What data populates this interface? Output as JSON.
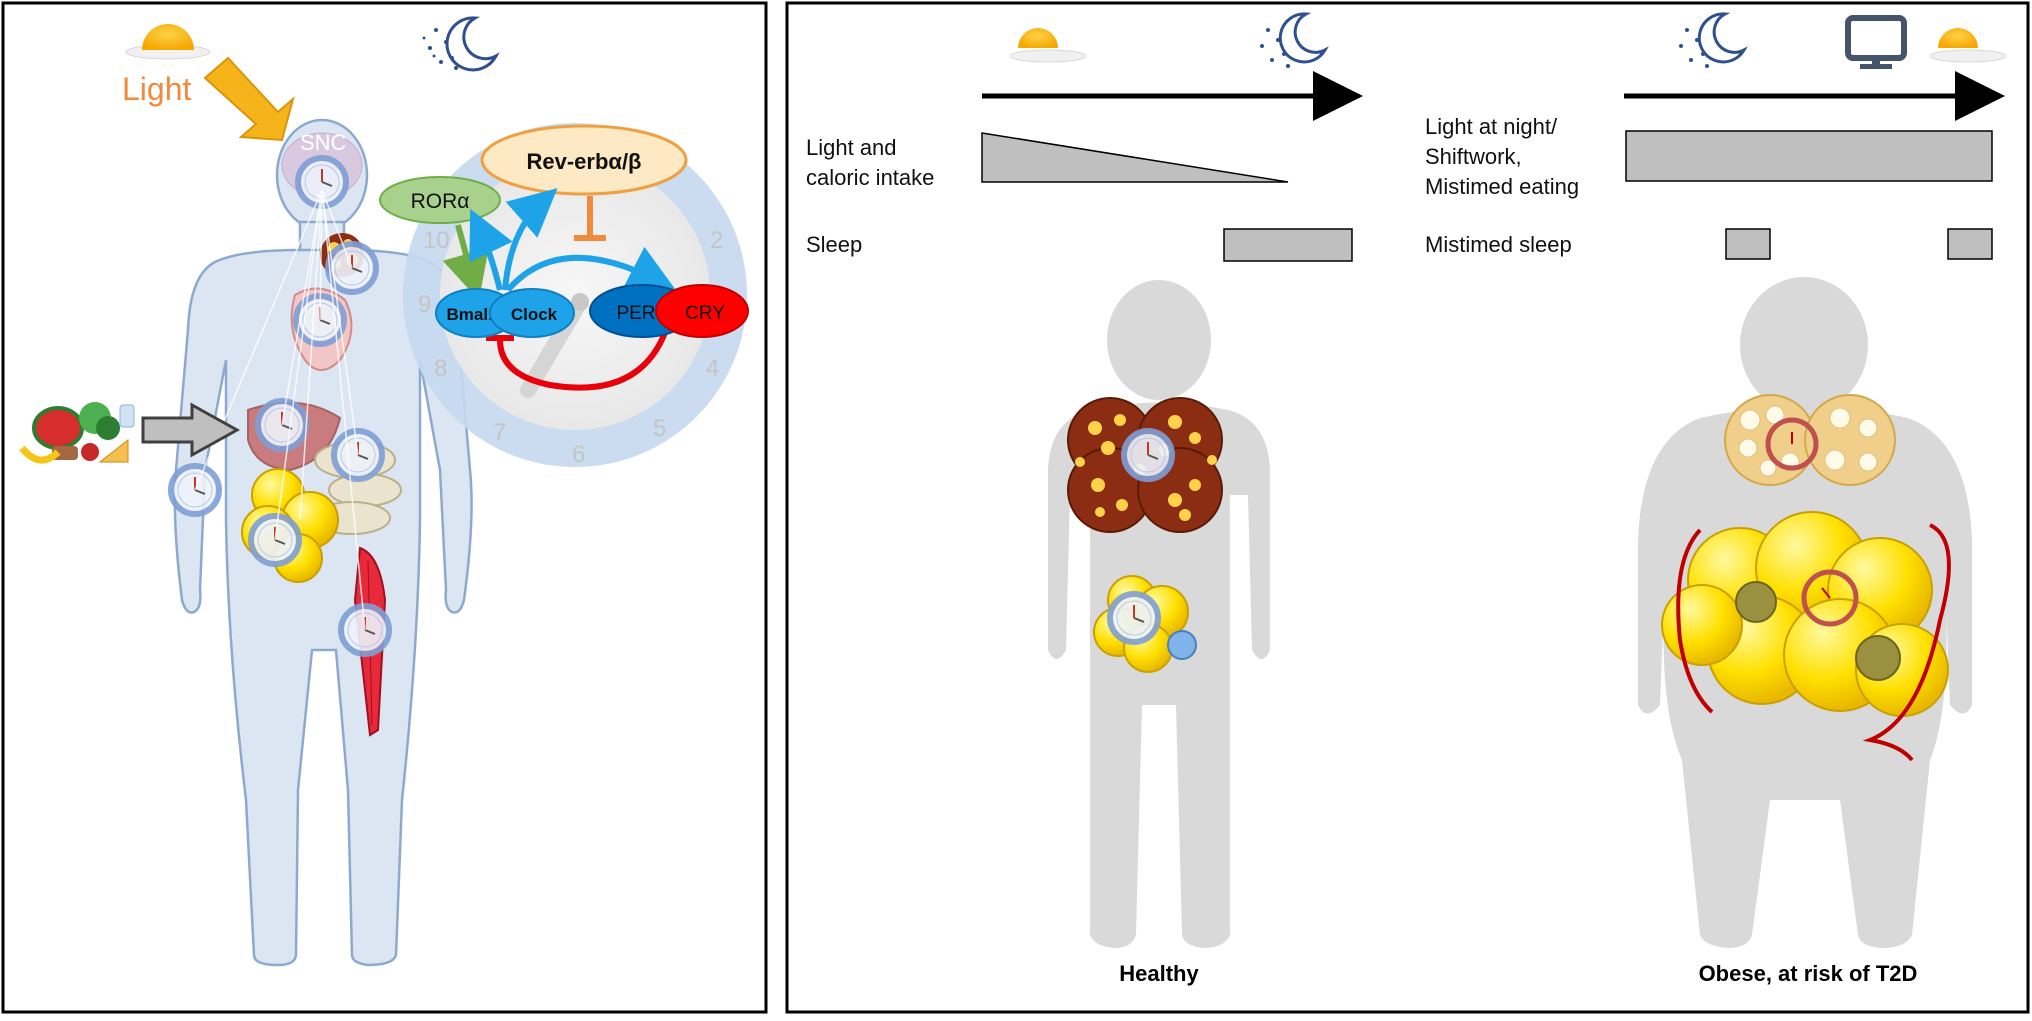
{
  "left_panel": {
    "light_label": "Light",
    "scn_label": "SNC",
    "clock_numbers": [
      "2",
      "4",
      "5",
      "6",
      "7",
      "8",
      "9",
      "10"
    ],
    "genes": {
      "ror": "RORα",
      "reverb": "Rev-erbα/β",
      "bmal": "Bmal1",
      "clock": "Clock",
      "per": "PER",
      "cry": "CRY"
    },
    "colors": {
      "light_arrow": "#f5b41a",
      "light_text": "#f08a3c",
      "ror": "#a9d18e",
      "reverb_fill": "#fde9c4",
      "reverb_stroke": "#f0a040",
      "clock_blue": "#1fa3e8",
      "per": "#0070c0",
      "cry": "#ff0000",
      "repress_arrow": "#e8000b",
      "green_arrow": "#70ad47",
      "body": "#dce6f2"
    }
  },
  "right_panel": {
    "healthy": {
      "row1_label_line1": "Light and",
      "row1_label_line2": "caloric intake",
      "row2_label": "Sleep",
      "caption": "Healthy"
    },
    "obese": {
      "row1_label_line1": "Light at night/",
      "row1_label_line2": "Shiftwork,",
      "row1_label_line3": "Mistimed eating",
      "row2_label": "Mistimed sleep",
      "caption": "Obese, at risk of T2D"
    },
    "colors": {
      "bar_fill": "#bfbfbf",
      "silhouette": "#d9d9d9",
      "brown_fat": "#8b2d12",
      "beige_fat": "#f0cf8a",
      "white_fat": "#ffe000",
      "vessel": "#c00000",
      "macrophage": "#9a9040"
    }
  },
  "icons": [
    "sun-icon",
    "moon-stars-icon",
    "monitor-icon",
    "food-icon",
    "clock-icon"
  ]
}
